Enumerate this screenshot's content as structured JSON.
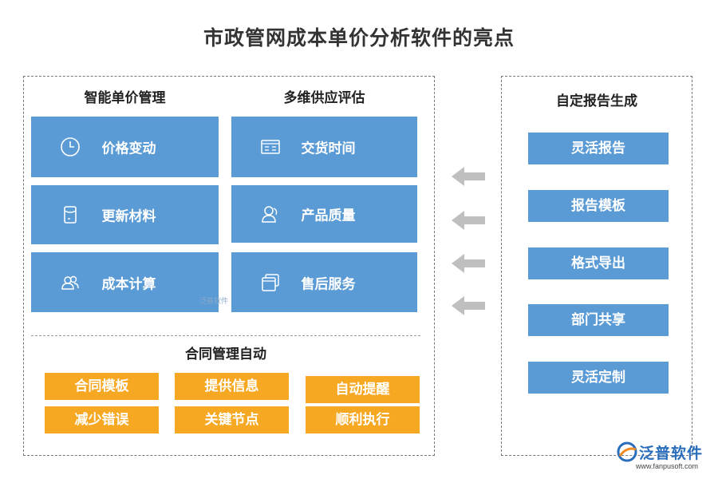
{
  "title": "市政管网成本单价分析软件的亮点",
  "left_panel": {
    "col1_heading": "智能单价管理",
    "col2_heading": "多维供应评估",
    "col1_items": [
      {
        "label": "价格变动",
        "icon": "clock-icon"
      },
      {
        "label": "更新材料",
        "icon": "document-icon"
      },
      {
        "label": "成本计算",
        "icon": "users-icon"
      }
    ],
    "col2_items": [
      {
        "label": "交货时间",
        "icon": "schedule-icon"
      },
      {
        "label": "产品质量",
        "icon": "user-icon"
      },
      {
        "label": "售后服务",
        "icon": "windows-icon"
      }
    ],
    "contract_heading": "合同管理自动",
    "contract_items": [
      "合同模板",
      "提供信息",
      "自动提醒",
      "减少错误",
      "关键节点",
      "顺利执行"
    ]
  },
  "right_panel": {
    "heading": "自定报告生成",
    "items": [
      "灵活报告",
      "报告模板",
      "格式导出",
      "部门共享",
      "灵活定制"
    ]
  },
  "logo": {
    "name": "泛普软件",
    "url": "www.fanpusoft.com"
  },
  "watermark": "泛普软件",
  "colors": {
    "card_blue": "#5b9bd5",
    "contract_orange": "#f7a823",
    "arrow_gray": "#bfbfbf",
    "logo_blue": "#2a6ebb"
  }
}
